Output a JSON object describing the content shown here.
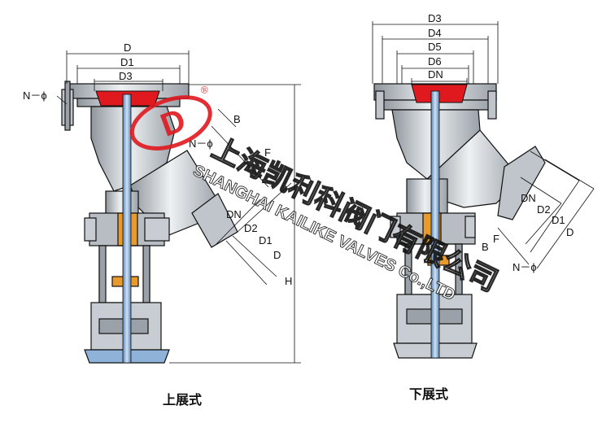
{
  "left_view": {
    "caption": "上展式",
    "labels": {
      "D": "D",
      "D1": "D1",
      "D3": "D3",
      "N": "N－ϕ",
      "H": "H",
      "B": "B",
      "F": "F",
      "N2": "N－ϕ",
      "DN": "DN",
      "D2": "D2",
      "D1b": "D1",
      "Db": "D"
    }
  },
  "right_view": {
    "caption": "下展式",
    "labels": {
      "D3": "D3",
      "D4": "D4",
      "D5": "D5",
      "D6": "D6",
      "DN": "DN",
      "DNs": "DN",
      "D2": "D2",
      "D1": "D1",
      "D": "D",
      "B": "B",
      "F": "F",
      "N": "N－ϕ"
    }
  },
  "watermark": {
    "cn": "上海凯利科阀门有限公司",
    "en": "SHANGHAI KAILIKE VALVES Co.,LTD",
    "logo_letter": "D",
    "registered": "®"
  },
  "colors": {
    "red": "#e0191f",
    "stem": "#8fb3d8",
    "body": "#c8cdd3",
    "orange": "#e89a2c",
    "line": "#111111"
  }
}
